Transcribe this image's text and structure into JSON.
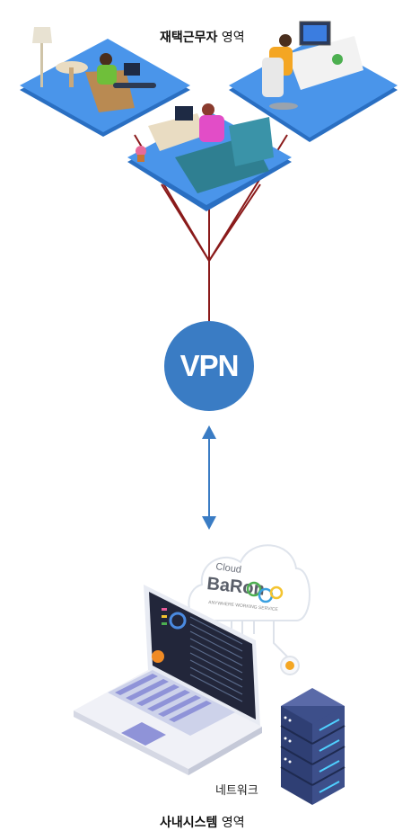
{
  "top_area": {
    "bold": "재택근무자",
    "rest": " 영역"
  },
  "vpn": {
    "label": "VPN"
  },
  "bottom_area": {
    "bold": "사내시스템",
    "rest": " 영역"
  },
  "network_label": "네트워크",
  "cloud_logo": {
    "line1": "Cloud",
    "line2": "BaRon",
    "tagline": "ANYWHERE WORKING SERVICE"
  },
  "colors": {
    "platform": "#3b8be6",
    "platform_dark": "#2a6fc2",
    "vpn_circle": "#3a7cc4",
    "link_line": "#8a1a1a",
    "arrow": "#3a7cc4",
    "server": "#3d4f8a"
  },
  "icons": [
    "remote-worker-scene",
    "vpn-circle",
    "double-arrow",
    "laptop-icon",
    "cloud-icon",
    "server-icon",
    "gear-icon"
  ]
}
